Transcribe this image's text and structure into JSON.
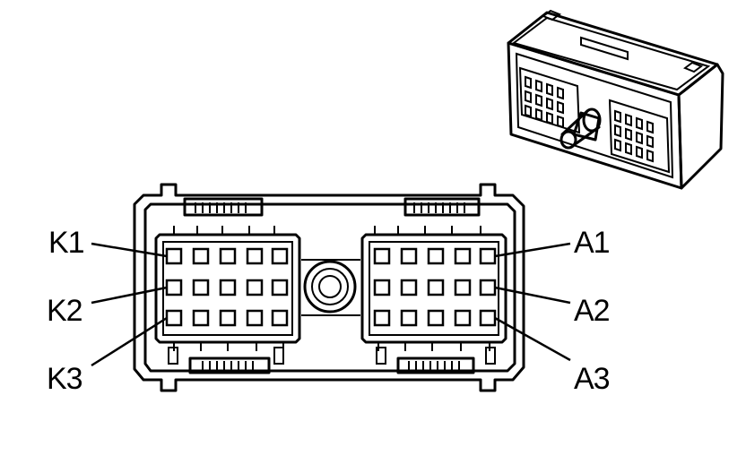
{
  "diagram": {
    "pin_labels": {
      "k1": "K1",
      "k2": "K2",
      "k3": "K3",
      "a1": "A1",
      "a2": "A2",
      "a3": "A3"
    }
  }
}
